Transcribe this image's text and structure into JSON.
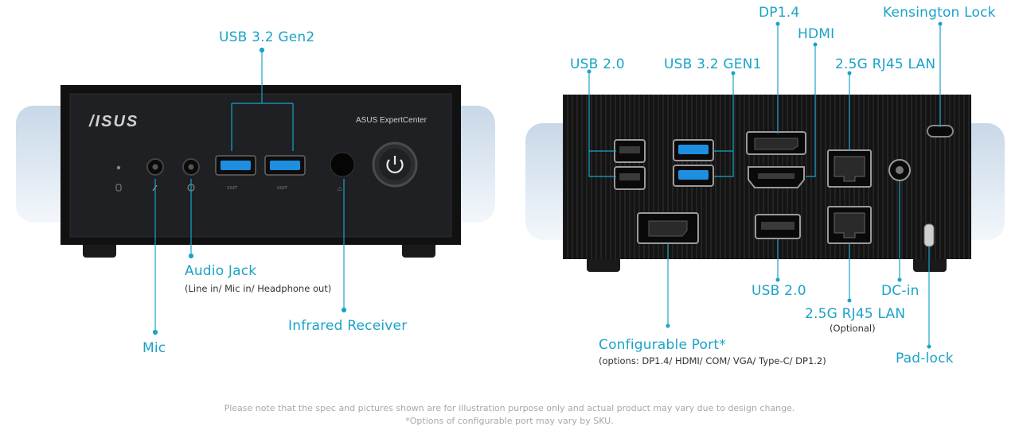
{
  "front": {
    "brand": "/ISUS",
    "model": "ASUS ExpertCenter",
    "labels": {
      "usb": "USB 3.2 Gen2",
      "audio": "Audio Jack",
      "audio_sub": "(Line in/ Mic in/ Headphone out)",
      "infrared": "Infrared Receiver",
      "mic": "Mic"
    }
  },
  "rear": {
    "labels": {
      "dp": "DP1.4",
      "hdmi": "HDMI",
      "kensington": "Kensington Lock",
      "usb20_top": "USB 2.0",
      "usb32": "USB 3.2 GEN1",
      "lan_top": "2.5G RJ45 LAN",
      "usb20_bottom": "USB 2.0",
      "dcin": "DC-in",
      "lan_bottom": "2.5G RJ45 LAN",
      "lan_optional": "(Optional)",
      "configurable": "Configurable Port*",
      "configurable_sub": "(options: DP1.4/ HDMI/ COM/ VGA/ Type-C/ DP1.2)",
      "padlock": "Pad-lock"
    }
  },
  "notes": {
    "line1": "Please note that the spec and pictures shown are for illustration purpose only and actual product may vary due to design change.",
    "line2": "*Options of configurable port may vary by SKU."
  },
  "colors": {
    "accent": "#1aa3c8",
    "device": "#141414",
    "backdrop": "#e2ebf4"
  }
}
